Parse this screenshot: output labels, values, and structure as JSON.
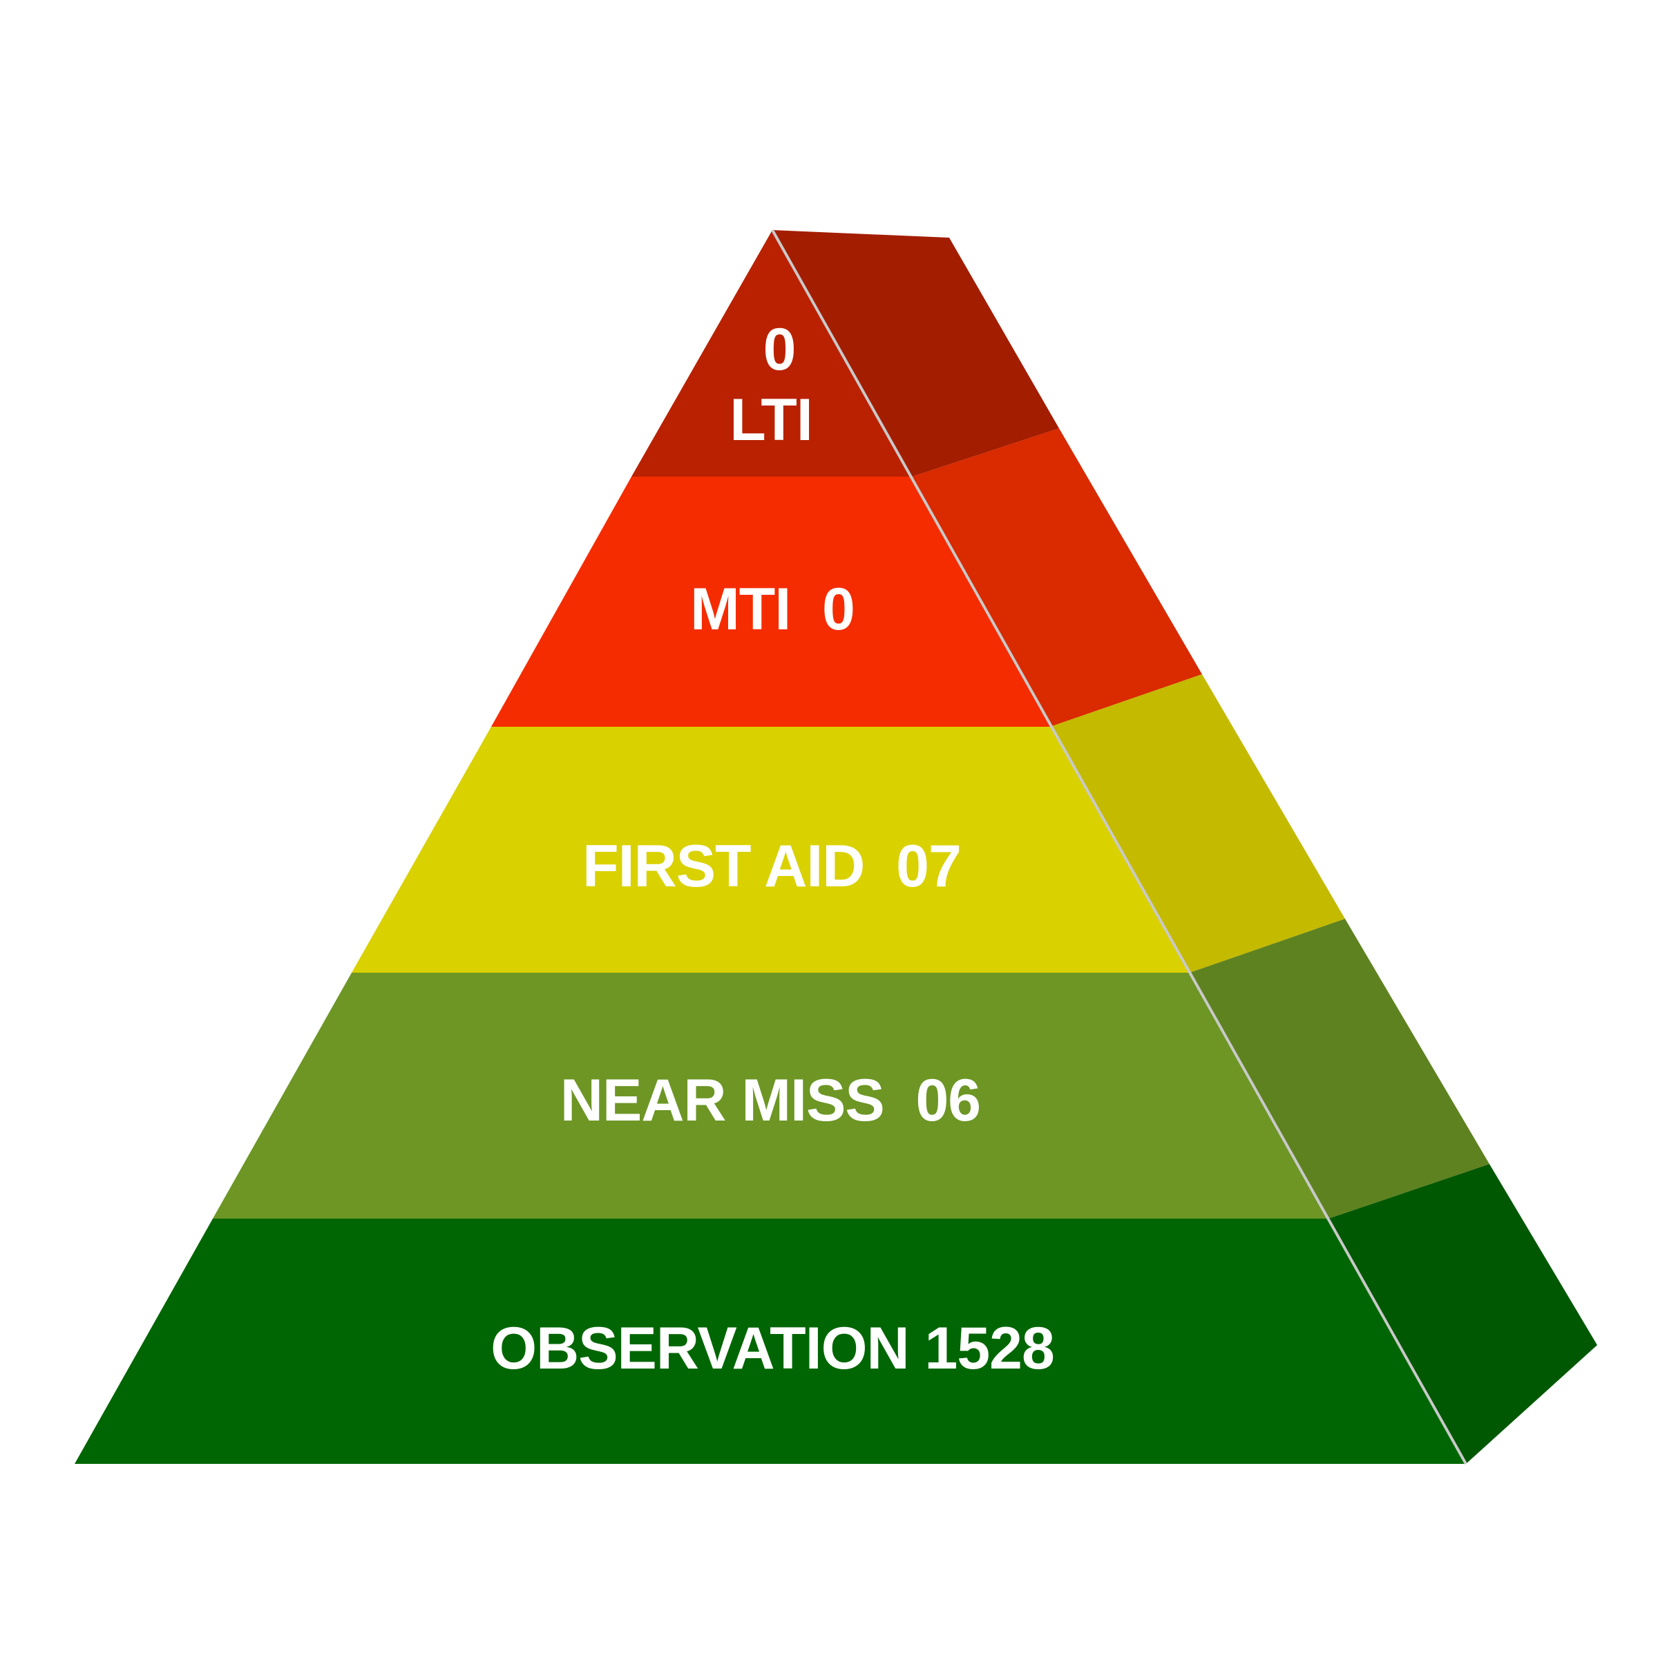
{
  "pyramid": {
    "tiers": [
      {
        "key": "lti",
        "value": "0",
        "label": "LTI",
        "front_color": "#B92100",
        "side_color": "#A31D00"
      },
      {
        "key": "mti",
        "text": "MTI  0",
        "front_color": "#F52C00",
        "side_color": "#D92A00"
      },
      {
        "key": "first_aid",
        "text": "FIRST AID  07",
        "front_color": "#DAD100",
        "side_color": "#C4BA00"
      },
      {
        "key": "near_miss",
        "text": "NEAR MISS  06",
        "front_color": "#6D9625",
        "side_color": "#5E8220"
      },
      {
        "key": "observation",
        "text": "OBSERVATION 1528",
        "front_color": "#006603",
        "side_color": "#005803"
      }
    ],
    "edge_color": "#C9C9C9"
  }
}
